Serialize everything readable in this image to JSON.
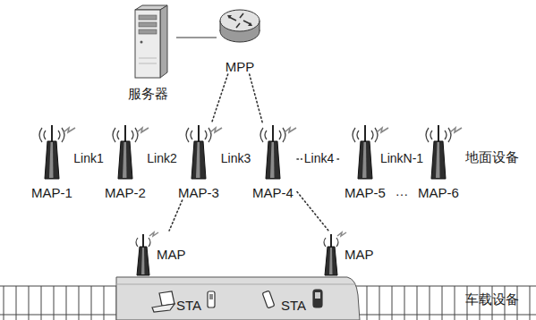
{
  "diagram": {
    "nodes": [
      {
        "text": [
          "服务器"
        ]
      },
      {
        "text": [
          "MPP"
        ]
      },
      {
        "text": [
          "MAP-1"
        ]
      },
      {
        "text": [
          "MAP-2"
        ]
      },
      {
        "text": [
          "MAP-3"
        ]
      },
      {
        "text": [
          "MAP-4"
        ]
      },
      {
        "text": [
          "MAP-5"
        ]
      },
      {
        "text": [
          "MAP-6"
        ]
      },
      {
        "text": [
          "MAP"
        ]
      },
      {
        "text": [
          "MAP"
        ]
      }
    ],
    "edges": [
      {
        "from": 0,
        "to": 1,
        "arrow": "none"
      },
      {
        "from": 1,
        "to": 4,
        "arrow": "none"
      },
      {
        "from": 1,
        "to": 5,
        "arrow": "none"
      },
      {
        "from": 2,
        "to": 3,
        "label": "Link1",
        "arrow": "none"
      },
      {
        "from": 3,
        "to": 4,
        "label": "Link2",
        "arrow": "none"
      },
      {
        "from": 4,
        "to": 5,
        "label": "Link3",
        "arrow": "none"
      },
      {
        "from": 5,
        "to": 6,
        "label": "Link4",
        "arrow": "none"
      },
      {
        "from": 6,
        "to": 7,
        "label": "LinkN-1",
        "arrow": "none"
      },
      {
        "from": 4,
        "to": 8,
        "arrow": "none"
      },
      {
        "from": 5,
        "to": 9,
        "arrow": "none"
      }
    ],
    "labels": [
      "…",
      "地面设备",
      "STA",
      "STA",
      "车载设备"
    ]
  }
}
